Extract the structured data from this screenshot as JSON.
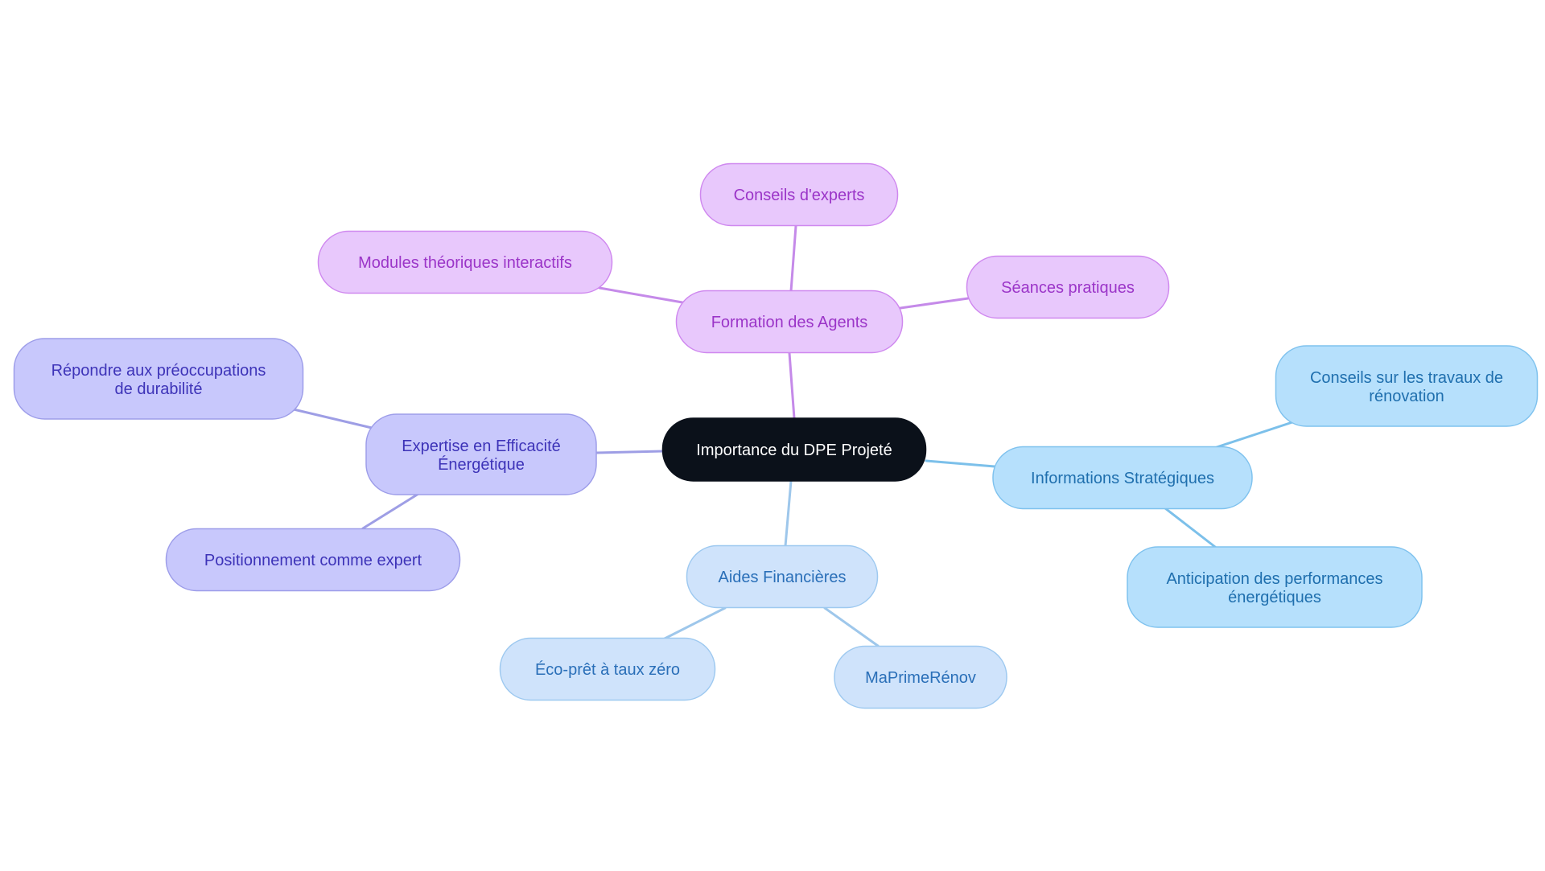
{
  "colors": {
    "root_fill": "#0b111a",
    "root_text": "#ffffff",
    "purple_fill": "#e8c8fc",
    "purple_stroke": "#cf88ef",
    "purple_text": "#9b35c8",
    "purple_line": "#c58ae9",
    "indigo_fill": "#c8c8fc",
    "indigo_stroke": "#9d9de9",
    "indigo_text": "#3d33b8",
    "indigo_line": "#9e9ee5",
    "sky_fill": "#cfe3fb",
    "sky_stroke": "#9ec9f0",
    "sky_text": "#2a6fb8",
    "sky_line": "#9ec7eb",
    "cyan_fill": "#b6e0fc",
    "cyan_stroke": "#7fc2ee",
    "cyan_text": "#1f6fae",
    "cyan_line": "#7cc0ea"
  },
  "root": {
    "label": "Importance du DPE Projeté"
  },
  "branches": [
    {
      "id": "formation",
      "theme": "purple",
      "label": "Formation des Agents",
      "children": [
        {
          "id": "conseils-experts",
          "label": "Conseils d'experts"
        },
        {
          "id": "modules",
          "label": "Modules théoriques interactifs"
        },
        {
          "id": "seances",
          "label": "Séances pratiques"
        }
      ]
    },
    {
      "id": "expertise",
      "theme": "indigo",
      "label": "Expertise en Efficacité Énergétique",
      "children": [
        {
          "id": "repondre",
          "label": "Répondre aux préoccupations de durabilité"
        },
        {
          "id": "positionnement",
          "label": "Positionnement comme expert"
        }
      ]
    },
    {
      "id": "aides",
      "theme": "sky",
      "label": "Aides Financières",
      "children": [
        {
          "id": "eco-pret",
          "label": "Éco-prêt à taux zéro"
        },
        {
          "id": "maprimerenov",
          "label": "MaPrimeRénov"
        }
      ]
    },
    {
      "id": "informations",
      "theme": "cyan",
      "label": "Informations Stratégiques",
      "children": [
        {
          "id": "conseils-travaux",
          "label": "Conseils sur les travaux de rénovation"
        },
        {
          "id": "anticipation",
          "label": "Anticipation des performances énergétiques"
        }
      ]
    }
  ]
}
